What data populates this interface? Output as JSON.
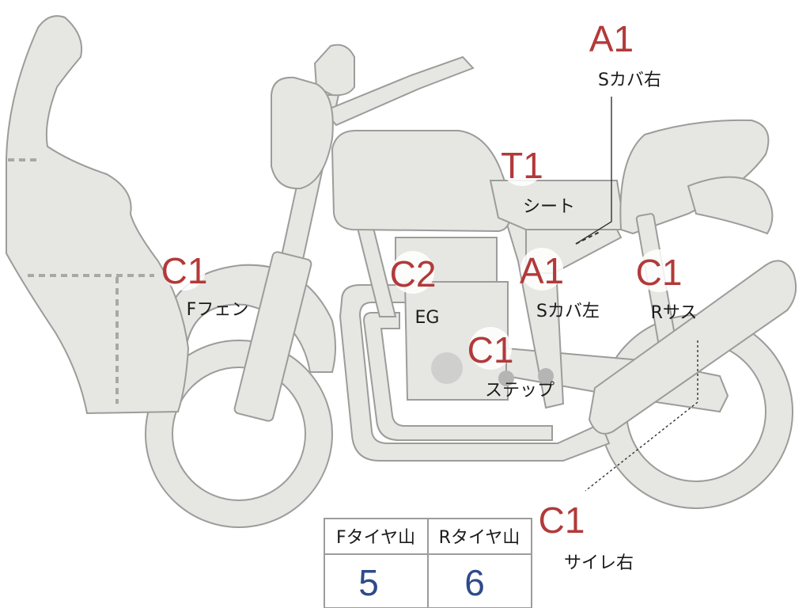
{
  "diagram": {
    "markers": [
      {
        "id": "a1-top",
        "code": "A1",
        "label": "Sカバ右"
      },
      {
        "id": "t1",
        "code": "T1",
        "label": "シート"
      },
      {
        "id": "c1-ffender",
        "code": "C1",
        "label": "Fフェン"
      },
      {
        "id": "c2",
        "code": "C2",
        "label": "EG"
      },
      {
        "id": "a1-left",
        "code": "A1",
        "label": "Sカバ左"
      },
      {
        "id": "c1-rsus",
        "code": "C1",
        "label": "Rサス"
      },
      {
        "id": "c1-step",
        "code": "C1",
        "label": "ステップ"
      },
      {
        "id": "c1-muffler",
        "code": "C1",
        "label": "サイレ右"
      }
    ],
    "table": {
      "headers": [
        "Fタイヤ山",
        "Rタイヤ山"
      ],
      "values": [
        "5",
        "6"
      ]
    }
  }
}
